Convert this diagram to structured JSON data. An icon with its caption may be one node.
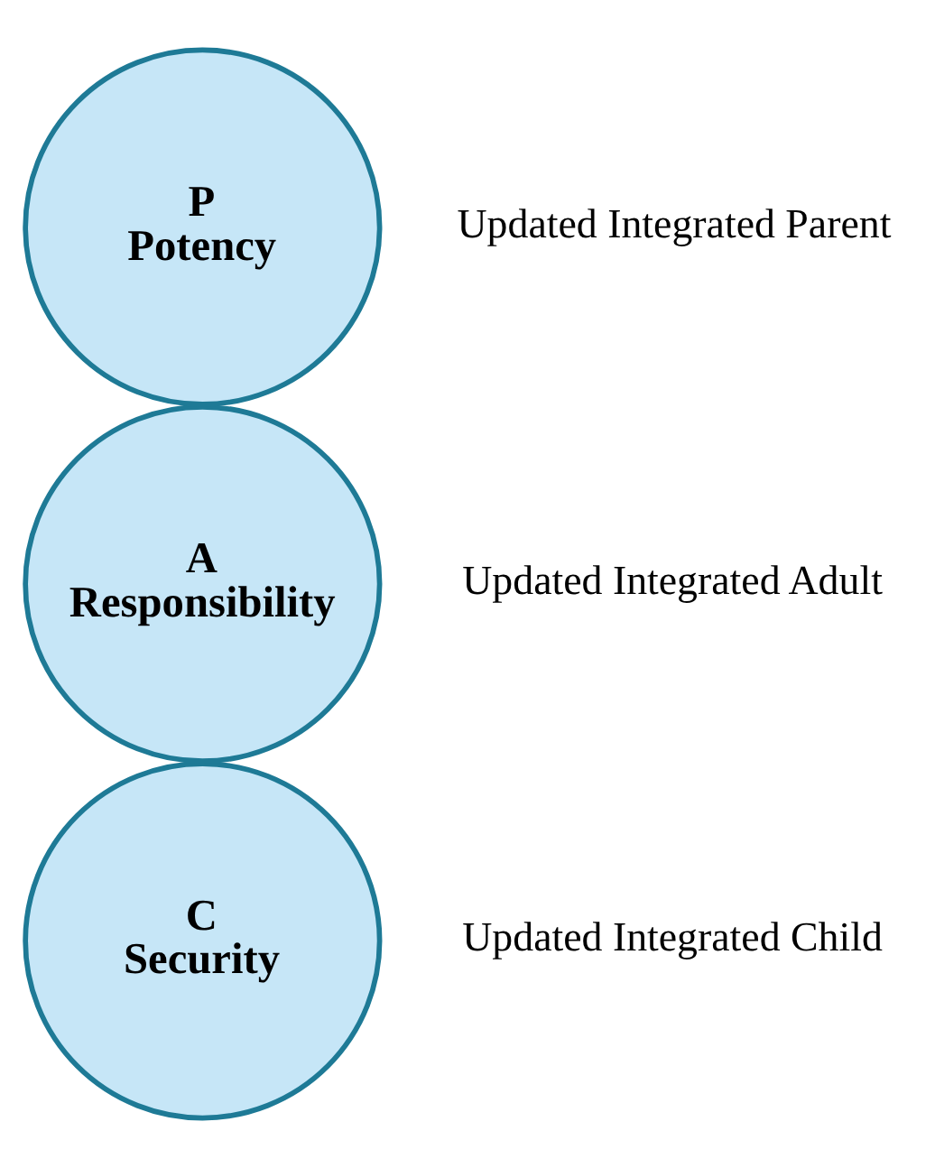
{
  "diagram": {
    "nodes": [
      {
        "text": [
          "P",
          "Potency"
        ],
        "beside": [
          "Updated Integrated Parent"
        ]
      },
      {
        "text": [
          "A",
          "Responsibility"
        ],
        "beside": [
          "Updated Integrated Adult"
        ]
      },
      {
        "text": [
          "C",
          "Security"
        ],
        "beside": [
          "Updated Integrated Child"
        ]
      }
    ],
    "edges": []
  }
}
